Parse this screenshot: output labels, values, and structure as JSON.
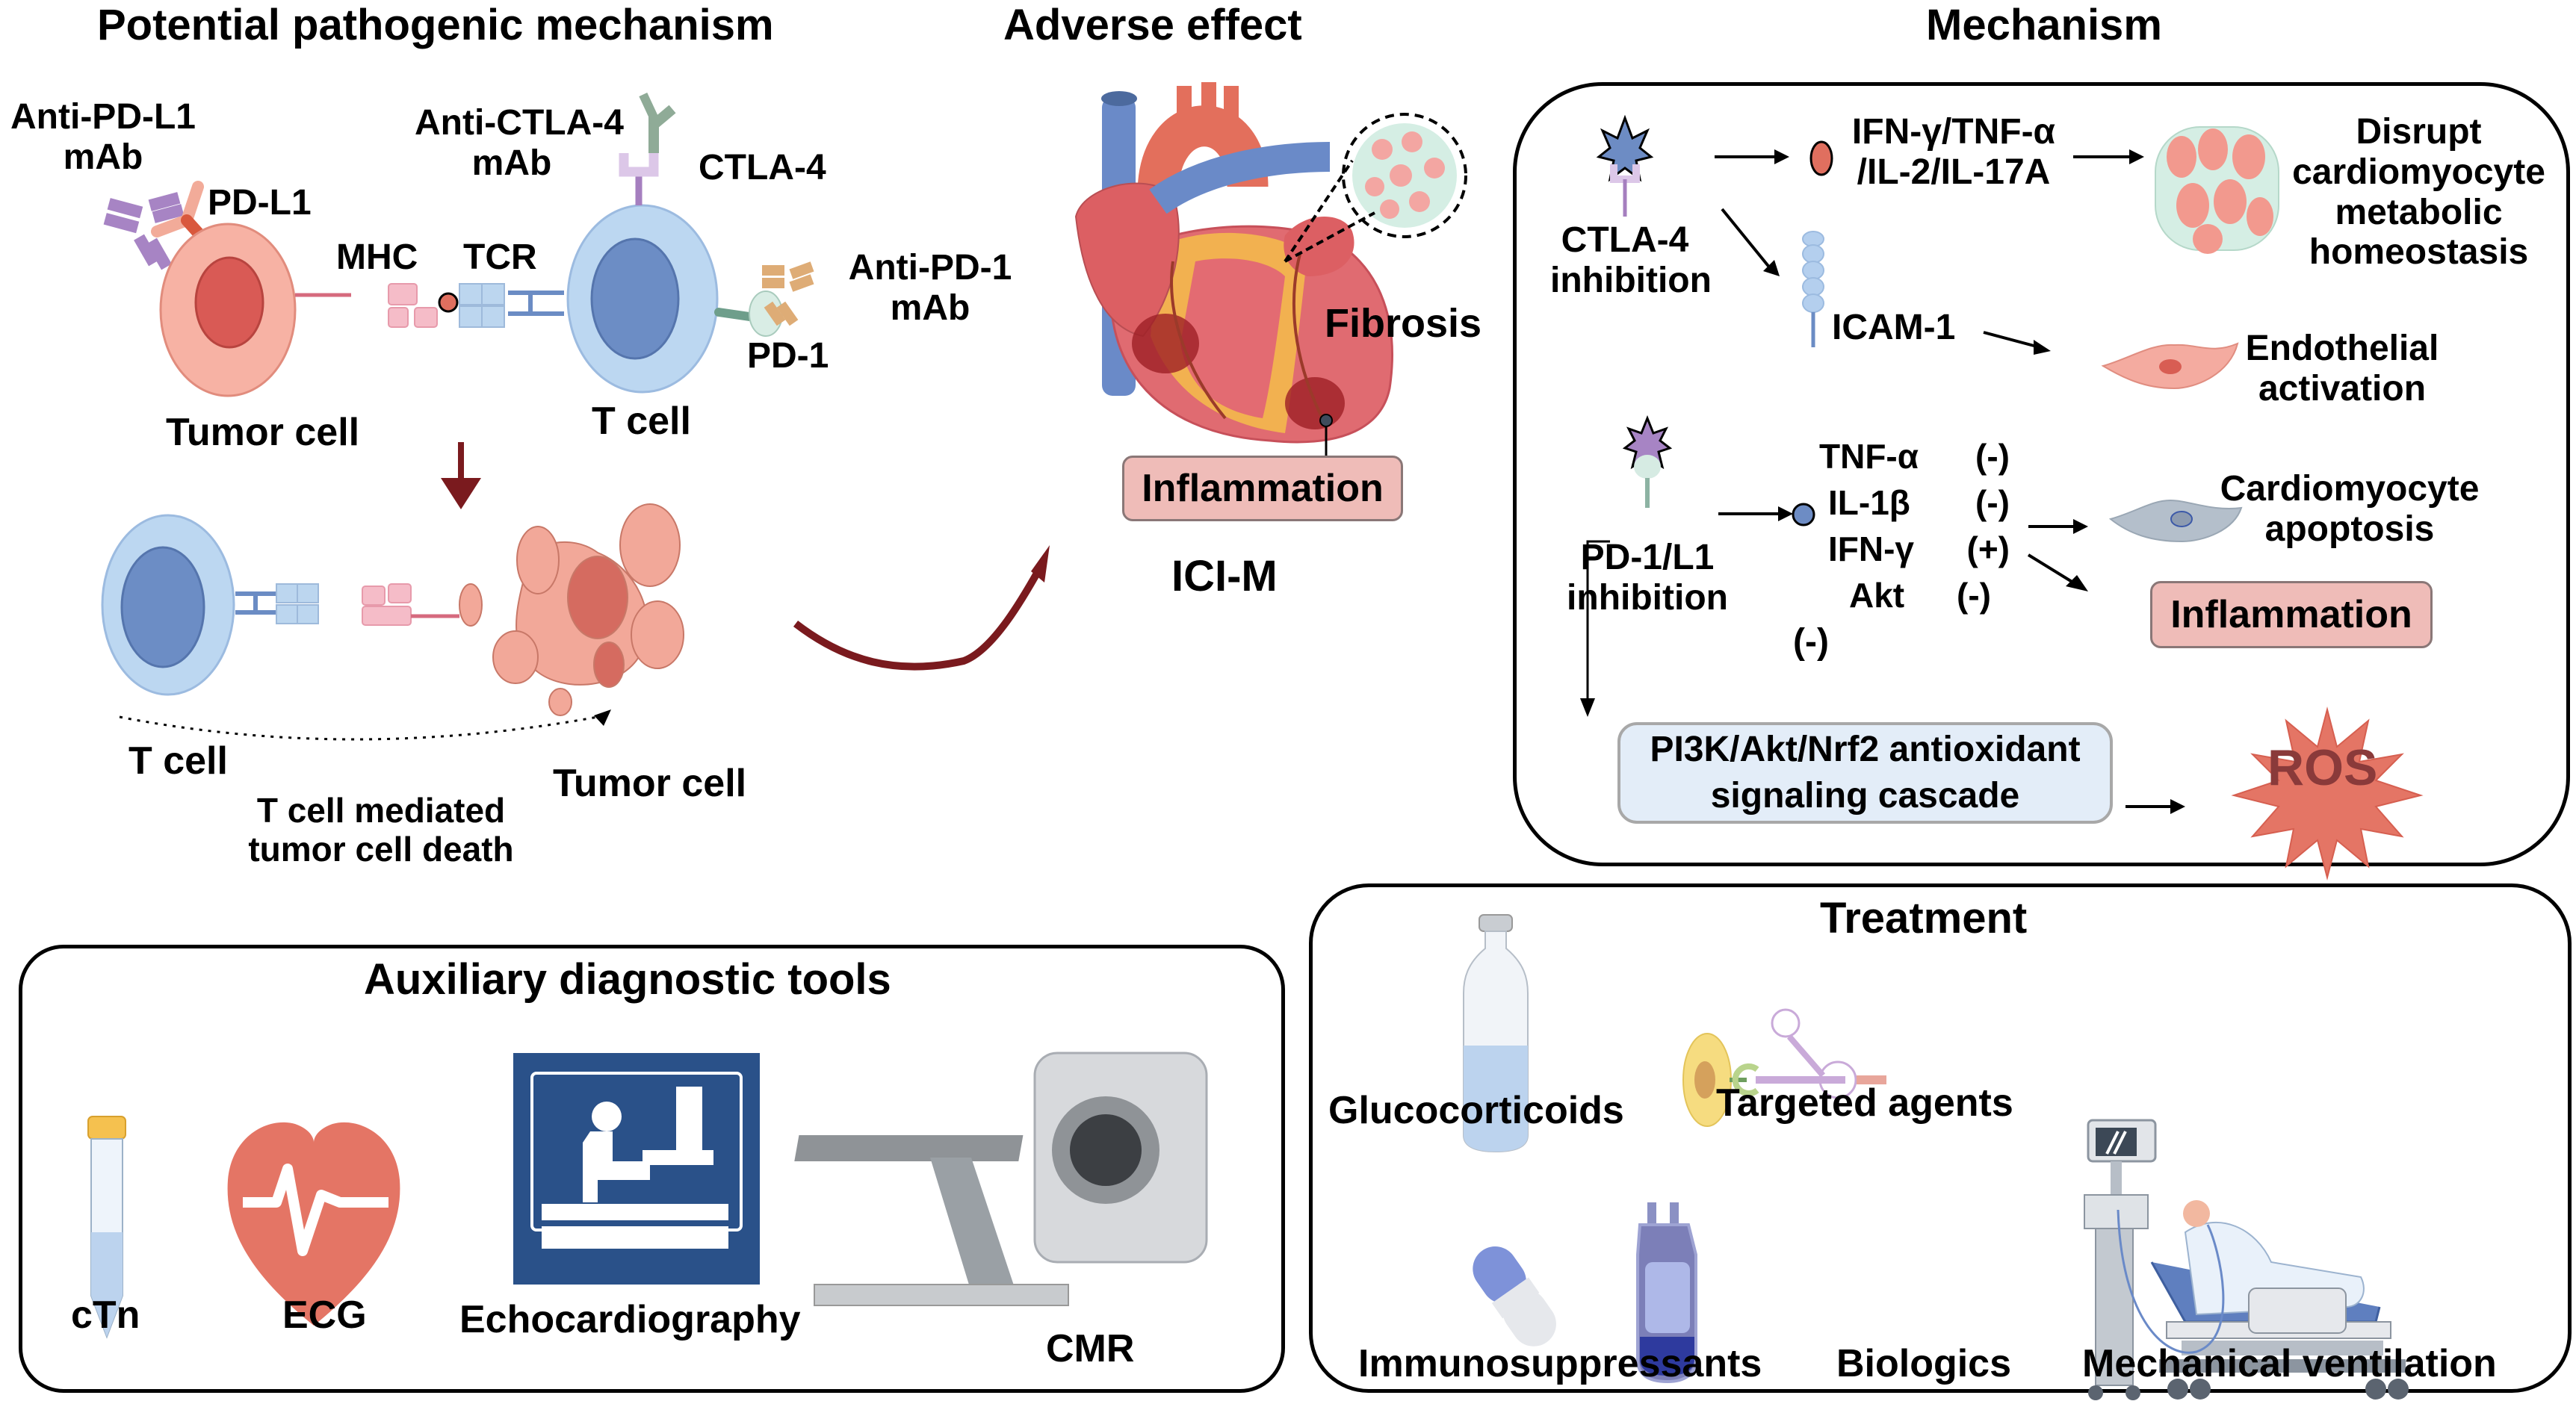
{
  "sections": {
    "pathogenic": {
      "title": "Potential pathogenic mechanism",
      "anti_pdl1": [
        "Anti-PD-L1",
        "mAb"
      ],
      "pdl1": "PD-L1",
      "mhc": "MHC",
      "tcr": "TCR",
      "anti_ctla4": [
        "Anti-CTLA-4",
        "mAb"
      ],
      "ctla4": "CTLA-4",
      "anti_pd1": [
        "Anti-PD-1",
        "mAb"
      ],
      "pd1": "PD-1",
      "tumor_cell": "Tumor cell",
      "t_cell": "T cell",
      "t_cell_2": "T cell",
      "tumor_cell_2": "Tumor cell",
      "death_caption": [
        "T cell mediated",
        "tumor cell death"
      ]
    },
    "adverse": {
      "title": "Adverse effect",
      "fibrosis": "Fibrosis",
      "inflammation": "Inflammation",
      "condition": "ICI-M"
    },
    "mechanism": {
      "title": "Mechanism",
      "ctla4_inhibition": [
        "CTLA-4",
        "inhibition"
      ],
      "cytokines_1": [
        "IFN-γ/TNF-α",
        "/IL-2/IL-17A"
      ],
      "disrupt": [
        "Disrupt",
        "cardiomyocyte",
        "metabolic",
        "homeostasis"
      ],
      "icam1": "ICAM-1",
      "endothelial": [
        "Endothelial",
        "activation"
      ],
      "pd1_inhibition": [
        "PD-1/L1",
        "inhibition"
      ],
      "factors": [
        {
          "name": "TNF-α",
          "effect": "(-)"
        },
        {
          "name": "IL-1β",
          "effect": "(-)"
        },
        {
          "name": "IFN-γ",
          "effect": "(+)"
        },
        {
          "name": "Akt",
          "effect": "(-)"
        }
      ],
      "apoptosis": [
        "Cardiomyocyte",
        "apoptosis"
      ],
      "inflammation": "Inflammation",
      "neg_label": "(-)",
      "cascade": [
        "PI3K/Akt/Nrf2 antioxidant",
        "signaling cascade"
      ],
      "ros": "ROS"
    },
    "diagnostics": {
      "title": "Auxiliary diagnostic tools",
      "items": [
        "cTn",
        "ECG",
        "Echocardiography",
        "CMR"
      ]
    },
    "treatment": {
      "title": "Treatment",
      "items": [
        "Glucocorticoids",
        "Targeted agents",
        "Immunosuppressants",
        "Biologics",
        "Mechanical ventilation"
      ]
    }
  },
  "colors": {
    "arrow_dark_red": "#7a1a1e",
    "inflammation_box": "#efbcb8",
    "cascade_box": "#e3edf8",
    "tcell_blue": "#b7d3ef",
    "tumor_pink": "#f2a899",
    "ros_red": "#e47565",
    "echo_sign_blue": "#2a5189",
    "ecg_heart": "#e47565"
  }
}
